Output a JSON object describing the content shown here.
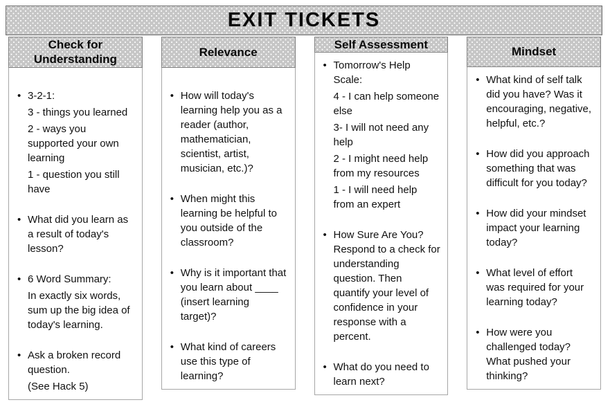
{
  "title": "EXIT TICKETS",
  "bullet_glyph": "•",
  "colors": {
    "header_bg": "#c6c6c6",
    "header_dot": "#ffffff",
    "banner_border": "#6e6e6e",
    "box_border": "#a6a6a6",
    "text": "#111111"
  },
  "columns": [
    {
      "header": "Check for Understanding",
      "items": [
        {
          "lines": [
            "3-2-1:",
            "3 - things you learned",
            "2 - ways you supported your own learning",
            "1 - question you still have"
          ]
        },
        {
          "lines": [
            "What did you learn as a result of today's lesson?"
          ]
        },
        {
          "lines": [
            "6 Word Summary:",
            "In exactly six words, sum up the big idea of today's learning."
          ]
        },
        {
          "lines": [
            "Ask a broken record question.",
            "(See Hack 5)"
          ]
        }
      ]
    },
    {
      "header": "Relevance",
      "items": [
        {
          "lines": [
            "How will today's learning help you as a reader (author, mathematician, scientist, artist, musician, etc.)?"
          ]
        },
        {
          "lines": [
            "When might this learning be helpful to you outside of the classroom?"
          ]
        },
        {
          "lines": [
            "Why is it important that you learn about ____ (insert learning target)?"
          ]
        },
        {
          "lines": [
            "What kind of careers use this type of learning?"
          ]
        }
      ]
    },
    {
      "header": "Self Assessment",
      "items": [
        {
          "lines": [
            "Tomorrow's Help Scale:",
            "4 - I can help someone else",
            "3- I will not need any help",
            "2 - I might need help from my resources",
            "1 - I will need help from an expert"
          ]
        },
        {
          "lines": [
            "How Sure Are You? Respond to a check for understanding question. Then quantify your level of confidence in your response with a percent."
          ]
        },
        {
          "lines": [
            "What do you need to learn next?"
          ]
        }
      ]
    },
    {
      "header": "Mindset",
      "items": [
        {
          "lines": [
            "What kind of self talk did you have? Was it encouraging, negative, helpful, etc.?"
          ]
        },
        {
          "lines": [
            "How did you approach something that was difficult for you today?"
          ]
        },
        {
          "lines": [
            "How did your mindset impact your learning today?"
          ]
        },
        {
          "lines": [
            "What level of effort was required for your learning today?"
          ]
        },
        {
          "lines": [
            "How were you challenged today? What pushed your thinking?"
          ]
        }
      ]
    }
  ]
}
